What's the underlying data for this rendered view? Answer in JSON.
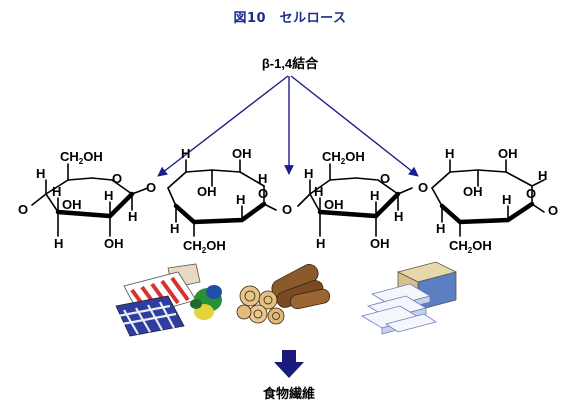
{
  "figure": {
    "title": "図10　セルロース",
    "bond_label": "β-1,4結合",
    "result_label": "食物繊維"
  },
  "molecule": {
    "atoms": {
      "O": "O",
      "OH": "OH",
      "H": "H",
      "CH2OH_main": "CH",
      "CH2OH_sub": "2",
      "CH2OH_tail": "OH"
    }
  },
  "icons": [
    "cloth-fabric-icon",
    "wooden-logs-icon",
    "paper-box-icon",
    "down-arrow-icon"
  ],
  "colors": {
    "title": "#1c2b8f",
    "arrow": "#1c1c8c",
    "result_arrow": "#1a1a7a"
  }
}
